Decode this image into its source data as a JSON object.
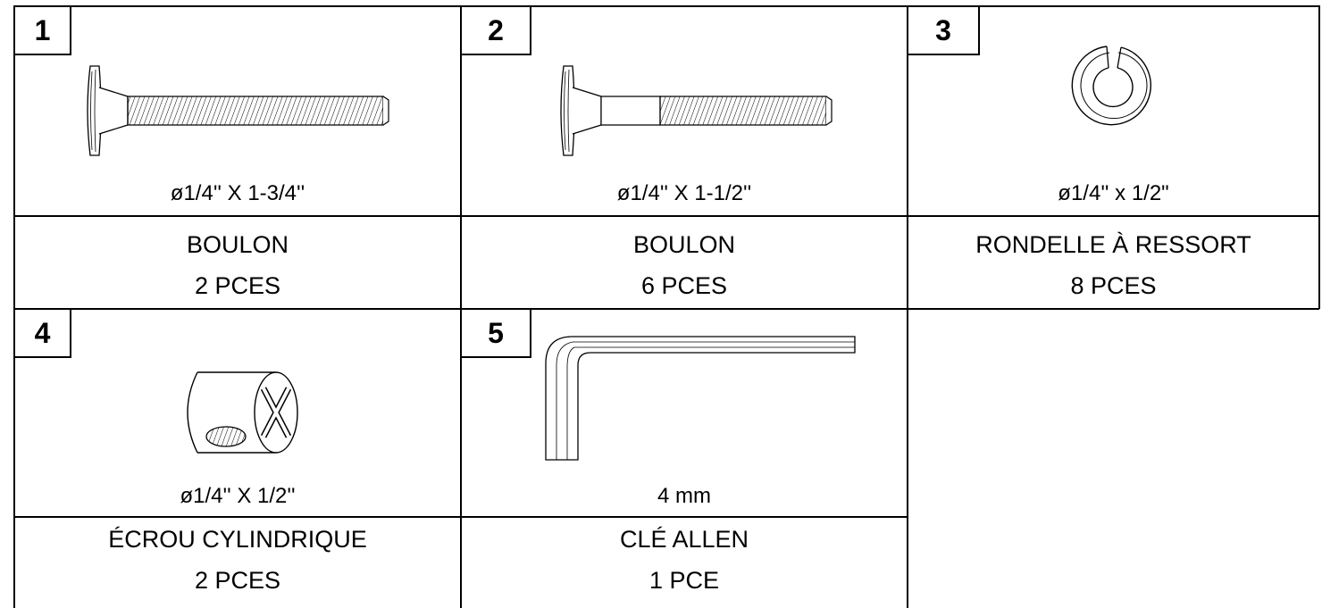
{
  "parts": [
    {
      "number": "1",
      "size": "ø1/4''  X 1-3/4''",
      "name": "BOULON",
      "quantity": "2 PCES"
    },
    {
      "number": "2",
      "size": "ø1/4'' X 1-1/2''",
      "name": "BOULON",
      "quantity": "6 PCES"
    },
    {
      "number": "3",
      "size": "ø1/4''  x 1/2\"",
      "name": "RONDELLE À RESSORT",
      "quantity": "8 PCES"
    },
    {
      "number": "4",
      "size": "ø1/4'' X 1/2''",
      "name": "ÉCROU CYLINDRIQUE",
      "quantity": "2 PCES"
    },
    {
      "number": "5",
      "size": "4 mm",
      "name": "CLÉ ALLEN",
      "quantity": "1 PCE"
    }
  ]
}
